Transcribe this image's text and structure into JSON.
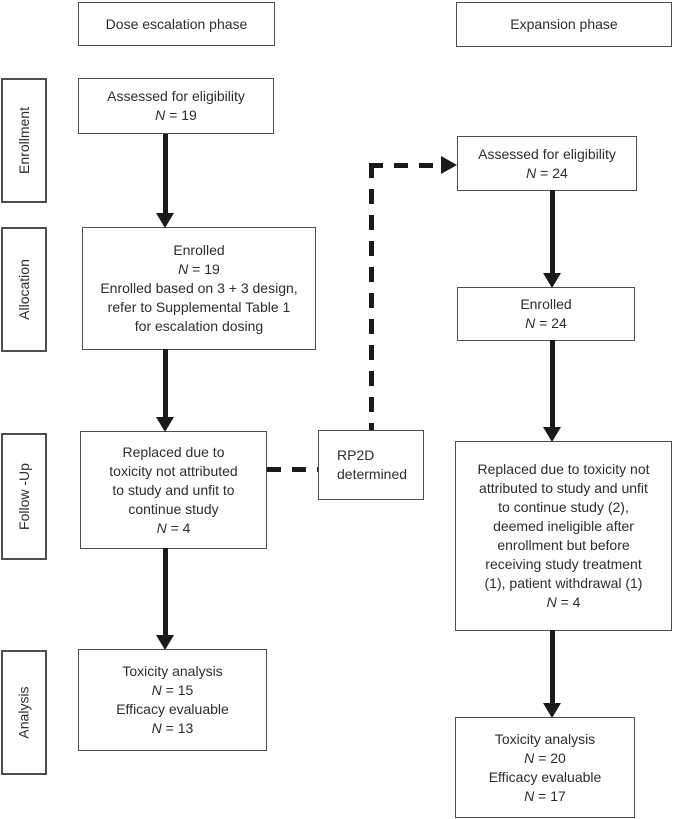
{
  "headers": {
    "escalation": "Dose escalation phase",
    "expansion": "Expansion phase"
  },
  "stages": {
    "enrollment": "Enrollment",
    "allocation": "Allocation",
    "followup": "Follow -Up",
    "analysis": "Analysis"
  },
  "escalation": {
    "assessed": {
      "lines": [
        "Assessed for eligibility",
        "N = 19"
      ]
    },
    "enrolled": {
      "lines": [
        "Enrolled",
        "N = 19",
        "Enrolled based on 3 + 3 design,",
        "refer to Supplemental Table 1",
        "for escalation dosing"
      ]
    },
    "followup": {
      "lines": [
        "Replaced due to",
        "toxicity not attributed",
        "to study and unfit to",
        "continue study",
        "N = 4"
      ]
    },
    "analysis": {
      "lines": [
        "Toxicity analysis",
        "N = 15",
        "Efficacy evaluable",
        "N = 13"
      ]
    }
  },
  "rp2d": {
    "lines": [
      "RP2D",
      "determined"
    ]
  },
  "expansion": {
    "assessed": {
      "lines": [
        "Assessed for eligibility",
        "N = 24"
      ]
    },
    "enrolled": {
      "lines": [
        "Enrolled",
        "N = 24"
      ]
    },
    "followup": {
      "lines": [
        "Replaced due to toxicity not",
        "attributed to study and unfit",
        "to continue study (2),",
        "deemed ineligible after",
        "enrollment but before",
        "receiving study treatment",
        "(1), patient withdrawal (1)",
        "N = 4"
      ]
    },
    "analysis": {
      "lines": [
        "Toxicity analysis",
        "N = 20",
        "Efficacy evaluable",
        "N = 17"
      ]
    }
  },
  "colors": {
    "border": "#4e4e50",
    "text": "#2d2d2d",
    "arrow": "#1a1a1a",
    "background": "#ffffff"
  }
}
